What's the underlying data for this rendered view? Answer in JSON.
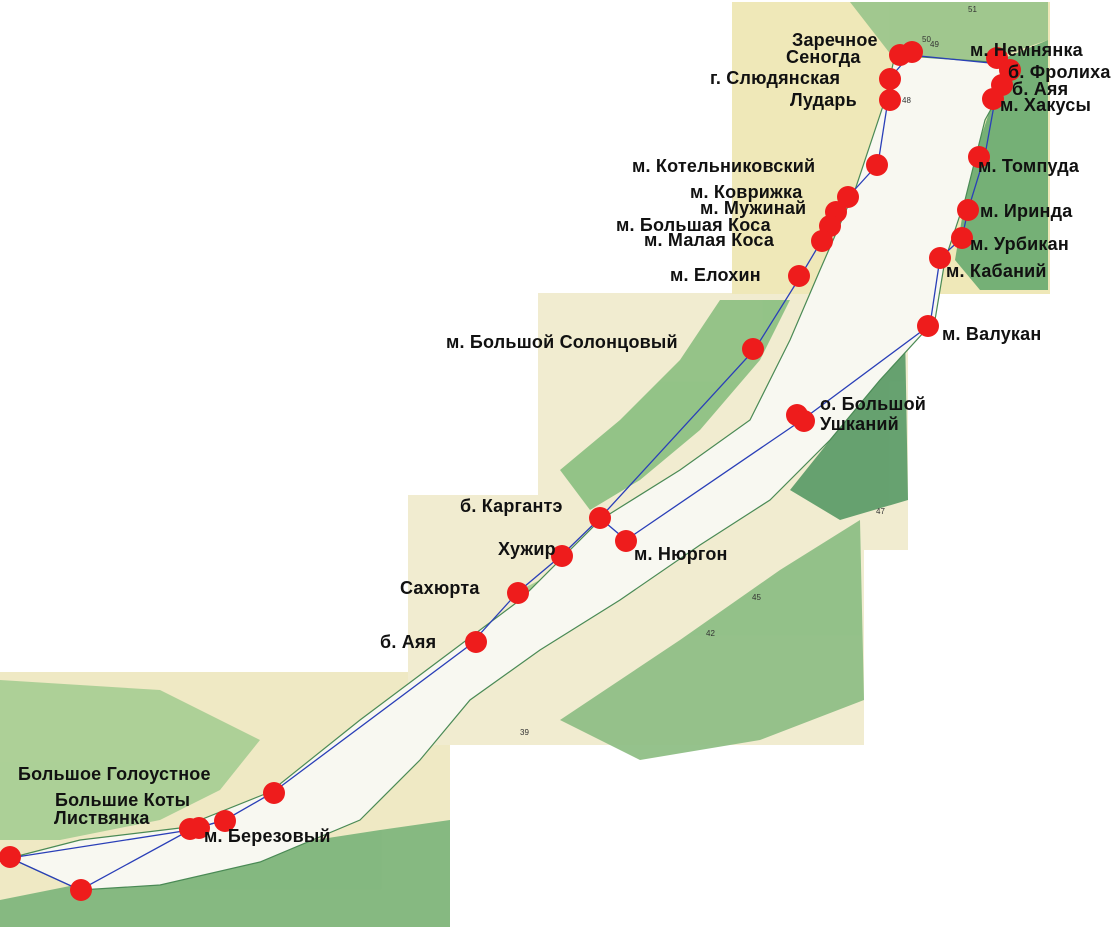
{
  "colors": {
    "chart_bg": "#f0ecd6",
    "water": "#f7f7ef",
    "land_green": "#8fbf86",
    "land_dark": "#5f9e6a",
    "land_yellow": "#e9e3a8",
    "route": "#2a3fb8",
    "marker": "#ee1c1c",
    "label": "#111111"
  },
  "points": [
    {
      "name": "Заречное"
    },
    {
      "name": "Сеногда"
    },
    {
      "name": "г. Слюдянская"
    },
    {
      "name": "Лударь"
    },
    {
      "name": "м. Немнянка"
    },
    {
      "name": "б. Фролиха"
    },
    {
      "name": "б. Аяя"
    },
    {
      "name": "м. Хакусы"
    },
    {
      "name": "м. Котельниковский"
    },
    {
      "name": "м. Томпуда"
    },
    {
      "name": "м. Коврижка"
    },
    {
      "name": "м. Мужинай"
    },
    {
      "name": "м. Иринда"
    },
    {
      "name": "м. Большая Коса"
    },
    {
      "name": "м. Урбикан"
    },
    {
      "name": "м. Малая Коса"
    },
    {
      "name": "м. Кабаний"
    },
    {
      "name": "м. Елохин"
    },
    {
      "name": "м. Валукан"
    },
    {
      "name": "м. Большой Солонцовый"
    },
    {
      "name": "о. Большой"
    },
    {
      "name": "Ушканий"
    },
    {
      "name": "б. Каргантэ"
    },
    {
      "name": "Хужир"
    },
    {
      "name": "м. Нюргон"
    },
    {
      "name": "Сахюрта"
    },
    {
      "name": "б. Аяя"
    },
    {
      "name": "Большое Голоустное"
    },
    {
      "name": "Большие Коты"
    },
    {
      "name": "Листвянка"
    },
    {
      "name": "м. Березовый"
    }
  ],
  "depth_marks": [
    "51",
    "50",
    "49",
    "48",
    "47",
    "45",
    "42",
    "39"
  ]
}
